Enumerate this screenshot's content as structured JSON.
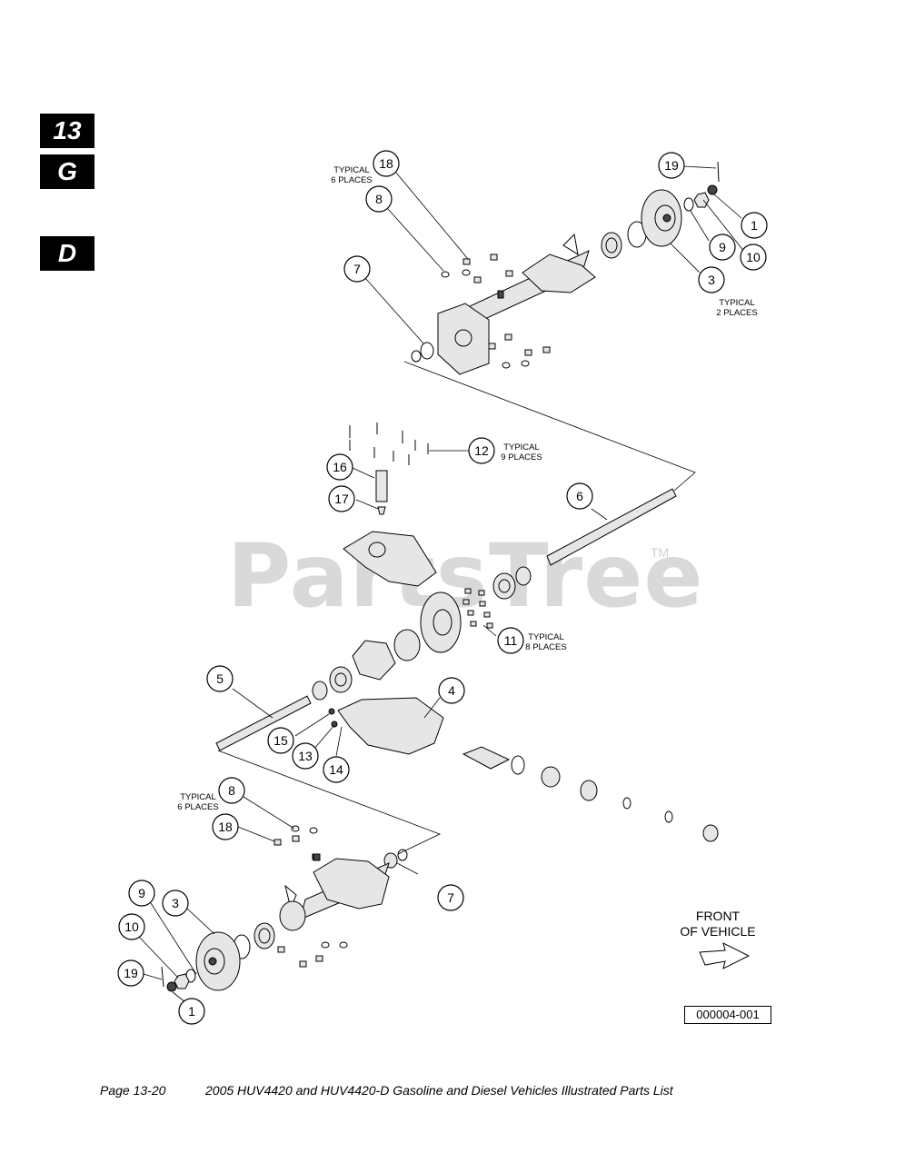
{
  "side_tabs": [
    "13",
    "G",
    "D"
  ],
  "callouts": [
    {
      "label": "18"
    },
    {
      "label": "8"
    },
    {
      "label": "7"
    },
    {
      "label": "19"
    },
    {
      "label": "1"
    },
    {
      "label": "9"
    },
    {
      "label": "10"
    },
    {
      "label": "3"
    },
    {
      "label": "12"
    },
    {
      "label": "16"
    },
    {
      "label": "17"
    },
    {
      "label": "6"
    },
    {
      "label": "11"
    },
    {
      "label": "5"
    },
    {
      "label": "4"
    },
    {
      "label": "15"
    },
    {
      "label": "13"
    },
    {
      "label": "14"
    },
    {
      "label": "8"
    },
    {
      "label": "18"
    },
    {
      "label": "7"
    },
    {
      "label": "9"
    },
    {
      "label": "3"
    },
    {
      "label": "10"
    },
    {
      "label": "19"
    },
    {
      "label": "1"
    }
  ],
  "notes": {
    "top_left_typical": [
      "TYPICAL",
      "6 PLACES"
    ],
    "top_right_typical": [
      "TYPICAL",
      "2 PLACES"
    ],
    "bolts_typical": [
      "TYPICAL",
      "9 PLACES"
    ],
    "gear_bolts_typical": [
      "TYPICAL",
      "8 PLACES"
    ],
    "bottom_typical": [
      "TYPICAL",
      "6 PLACES"
    ]
  },
  "watermark": "PartsTree",
  "trademark": "TM",
  "front_label": [
    "FRONT",
    "OF VEHICLE"
  ],
  "figure_number": "000004-001",
  "footer": {
    "page": "Page 13-20",
    "title": "2005 HUV4420 and HUV4420-D Gasoline and Diesel Vehicles Illustrated Parts List"
  }
}
